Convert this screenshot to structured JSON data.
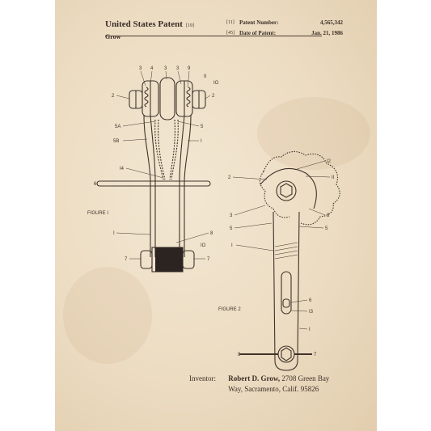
{
  "header": {
    "title": "United States Patent",
    "title_ref": "[19]",
    "inventor_short": "Grow",
    "patent_number_ref": "[11]",
    "patent_number_label": "Patent Number:",
    "patent_number": "4,565,342",
    "date_ref": "[45]",
    "date_label": "Date of Patent:",
    "date": "Jan. 21, 1986"
  },
  "figures": {
    "fig1_label": "FIGURE  I",
    "fig2_label": "FIGURE  2",
    "fig1_callouts": [
      "3",
      "4",
      "3",
      "3",
      "9",
      "II",
      "IO",
      "2",
      "2",
      "5A",
      "5",
      "5B",
      "I",
      "I4",
      "6",
      "I",
      "8",
      "IO",
      "7",
      "7"
    ],
    "fig2_callouts": [
      "I2",
      "2",
      "II",
      "3",
      "3",
      "5",
      "5",
      "I",
      "6",
      "I3",
      "I",
      "8",
      "7"
    ]
  },
  "footer": {
    "inventor_label": "Inventor:",
    "inventor_name": "Robert D. Grow,",
    "address_line1": "2708 Green Bay",
    "address_line2": "Way, Sacramento, Calif. 95826"
  },
  "colors": {
    "paper": "#ecdcc2",
    "ink": "#3a2f28"
  }
}
